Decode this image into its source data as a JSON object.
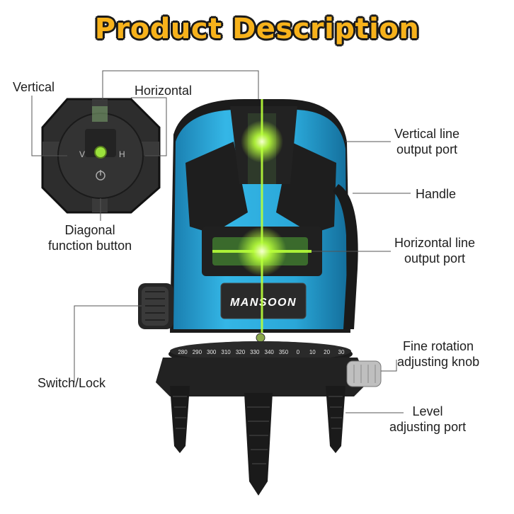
{
  "title": "Product Description",
  "labels": {
    "vertical": "Vertical",
    "horizontal": "Horizontal",
    "diagonal_line1": "Diagonal",
    "diagonal_line2": "function button",
    "vertical_port_line1": "Vertical line",
    "vertical_port_line2": "output port",
    "handle": "Handle",
    "horizontal_port_line1": "Horizontal line",
    "horizontal_port_line2": "output port",
    "switch_lock": "Switch/Lock",
    "fine_rotation_line1": "Fine rotation",
    "fine_rotation_line2": "adjusting knob",
    "level_port_line1": "Level",
    "level_port_line2": "adjusting port"
  },
  "brand": "MANSOON",
  "panel_marks": {
    "v": "V",
    "h": "H"
  },
  "dial_numbers": [
    "280",
    "290",
    "300",
    "310",
    "320",
    "330",
    "340",
    "350",
    "0",
    "10",
    "20",
    "30"
  ],
  "colors": {
    "title": "#f7b21b",
    "body_blue": "#2aa7d8",
    "laser_green": "#b8ff3a"
  }
}
